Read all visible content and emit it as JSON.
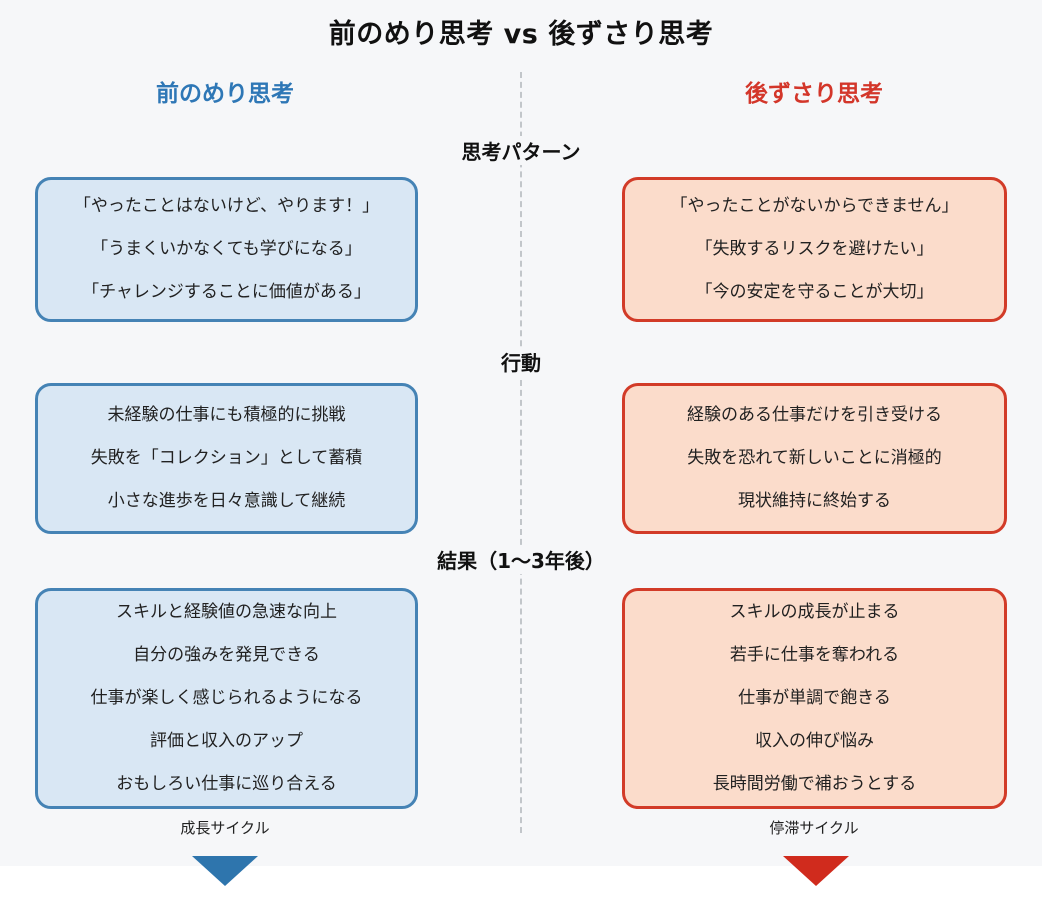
{
  "title": "前のめり思考 vs 後ずさり思考",
  "left_column": {
    "header": "前のめり思考",
    "caption": "成長サイクル"
  },
  "right_column": {
    "header": "後ずさり思考",
    "caption": "停滞サイクル"
  },
  "sections": [
    {
      "label": "思考パターン",
      "left": [
        "「やったことはないけど、やります！」",
        "「うまくいかなくても学びになる」",
        "「チャレンジすることに価値がある」"
      ],
      "right": [
        "「やったことがないからできません」",
        "「失敗するリスクを避けたい」",
        "「今の安定を守ることが大切」"
      ]
    },
    {
      "label": "行動",
      "left": [
        "未経験の仕事にも積極的に挑戦",
        "失敗を「コレクション」として蓄積",
        "小さな進歩を日々意識して継続"
      ],
      "right": [
        "経験のある仕事だけを引き受ける",
        "失敗を恐れて新しいことに消極的",
        "現状維持に終始する"
      ]
    },
    {
      "label": "結果（1〜3年後）",
      "left": [
        "スキルと経験値の急速な向上",
        "自分の強みを発見できる",
        "仕事が楽しく感じられるようになる",
        "評価と収入のアップ",
        "おもしろい仕事に巡り合える"
      ],
      "right": [
        "スキルの成長が止まる",
        "若手に仕事を奪われる",
        "仕事が単調で飽きる",
        "収入の伸び悩み",
        "長時間労働で補おうとする"
      ]
    }
  ],
  "colors": {
    "left_accent": "#2e77b6",
    "right_accent": "#d3362a",
    "left_box_fill": "#d9e7f4",
    "left_box_border": "#4583b5",
    "right_box_fill": "#fbdccb",
    "right_box_border": "#d23b28",
    "left_triangle": "#2e75ad",
    "right_triangle": "#d02b1d",
    "divider": "#c2c6ca",
    "background": "#f6f7f9"
  }
}
